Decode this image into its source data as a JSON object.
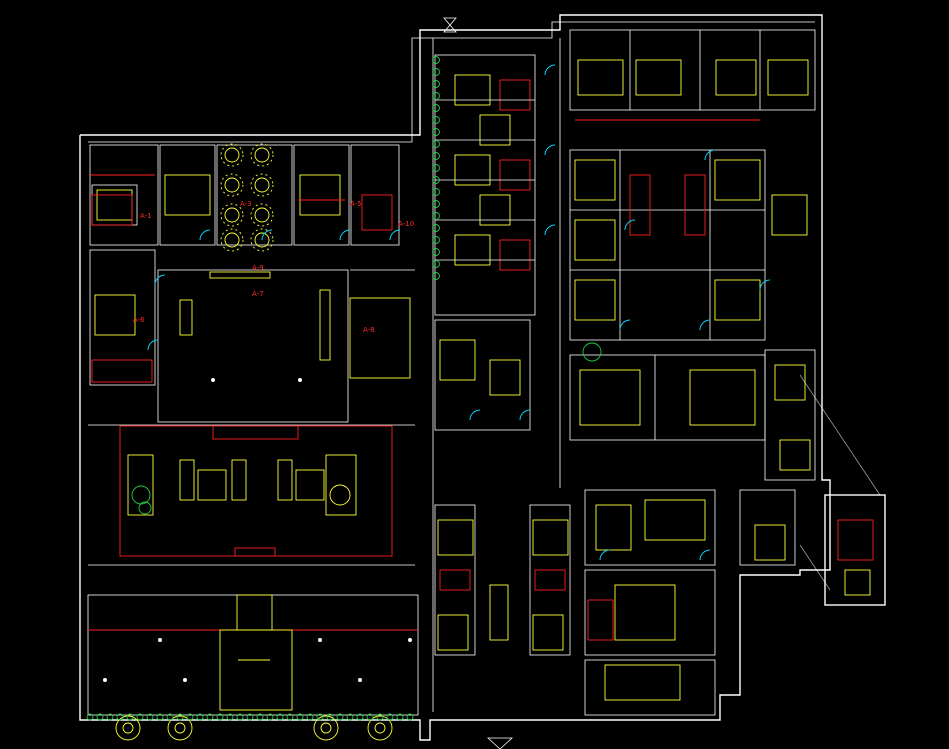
{
  "colors": {
    "background": "#000000",
    "walls": "#ffffff",
    "furniture": "#ffff33",
    "doors": "#00d8ff",
    "annotations": "#ff2020",
    "plants": "#22cc44",
    "fixtures": "#ff40ff"
  },
  "room_labels": {
    "a1": "A-1",
    "a3": "A-3",
    "a5": "A-5",
    "a6": "A-6",
    "a7": "A-7",
    "a8": "A-8",
    "a9": "A-9",
    "a10": "A-10"
  }
}
